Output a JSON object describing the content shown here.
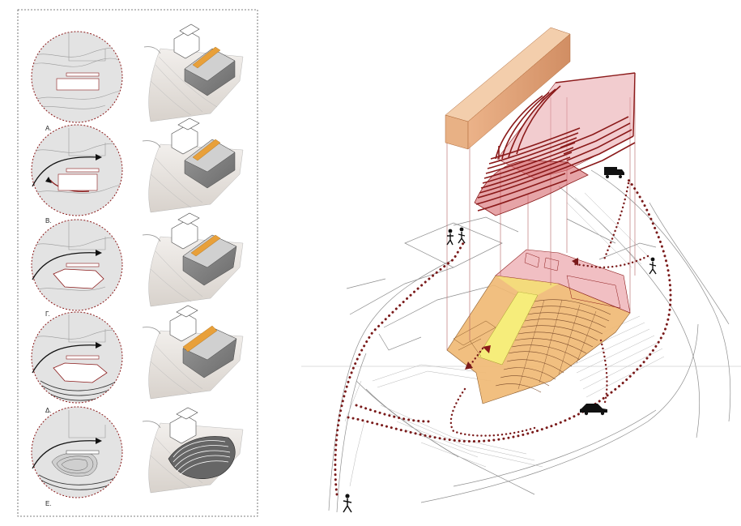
{
  "steps": [
    {
      "label": "Α."
    },
    {
      "label": "Β."
    },
    {
      "label": "Γ."
    },
    {
      "label": "Δ."
    },
    {
      "label": "Ε."
    }
  ],
  "colors": {
    "accent_red": "#8b1a1a",
    "accent_orange": "#e8a03a",
    "auditorium_orange": "#f0b872",
    "foyer_yellow": "#f6ef7a",
    "stage_pink": "#efb8bd",
    "path_dots": "#7a1a1a"
  },
  "icons": [
    "pedestrians-icon",
    "truck-icon",
    "walking-person-icon",
    "car-icon"
  ]
}
